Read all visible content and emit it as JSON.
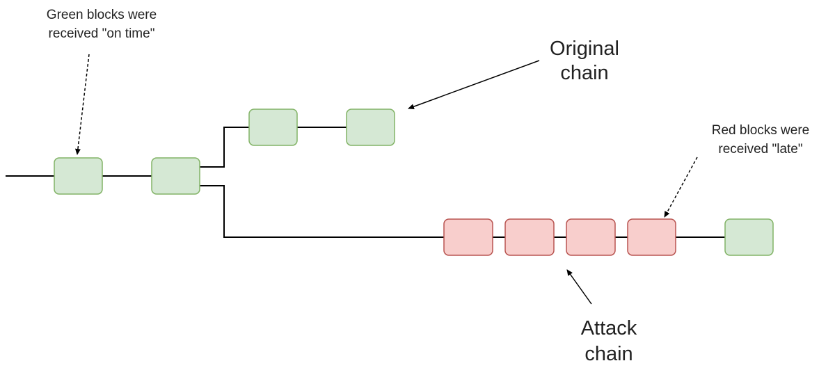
{
  "colors": {
    "on_time_fill": "#d5e8d4",
    "on_time_stroke": "#82b366",
    "late_fill": "#f8cecc",
    "late_stroke": "#b85450",
    "line": "#000000",
    "text": "#222222"
  },
  "annotations": {
    "green_note_line1": "Green blocks were",
    "green_note_line2": "received \"on time\"",
    "original_chain_line1": "Original",
    "original_chain_line2": "chain",
    "red_note_line1": "Red blocks were",
    "red_note_line2": "received \"late\"",
    "attack_chain_line1": "Attack",
    "attack_chain_line2": "chain"
  },
  "blocks": {
    "shared": [
      "on-time",
      "on-time"
    ],
    "original_chain": [
      "on-time",
      "on-time"
    ],
    "attack_chain": [
      "late",
      "late",
      "late",
      "late",
      "on-time"
    ]
  }
}
